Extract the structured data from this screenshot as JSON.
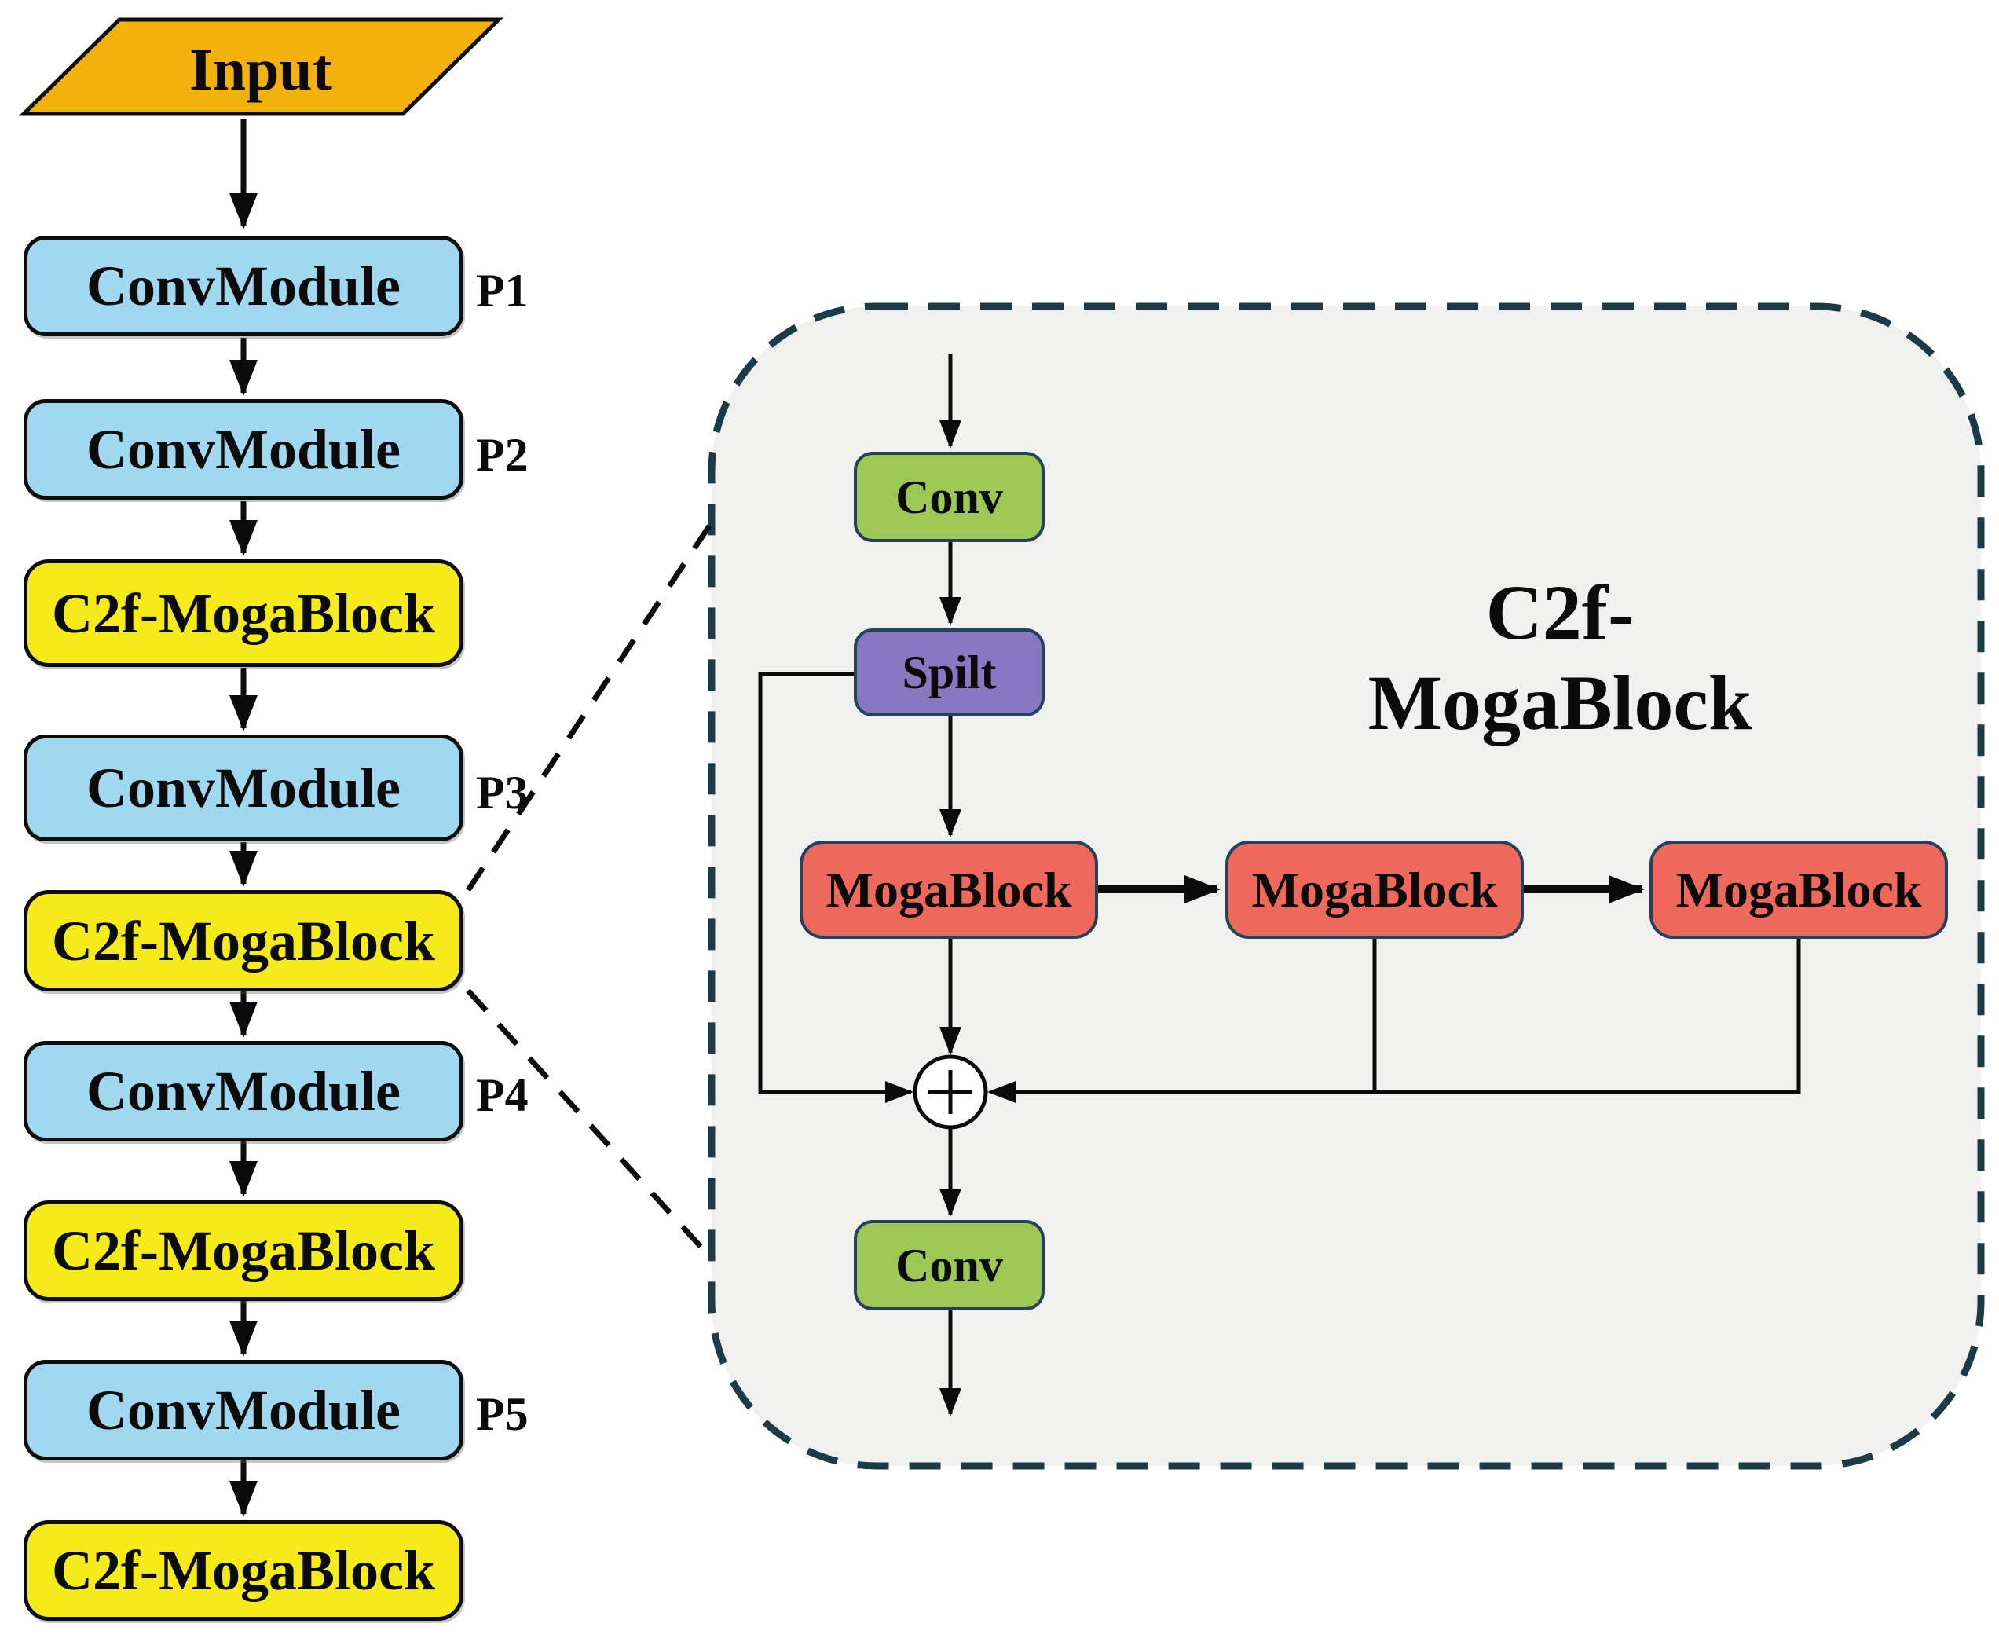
{
  "backbone": {
    "input_label": "Input",
    "nodes": [
      {
        "label": "ConvModule",
        "stage": "P1"
      },
      {
        "label": "ConvModule",
        "stage": "P2"
      },
      {
        "label": "C2f-MogaBlock",
        "stage": ""
      },
      {
        "label": "ConvModule",
        "stage": "P3"
      },
      {
        "label": "C2f-MogaBlock",
        "stage": ""
      },
      {
        "label": "ConvModule",
        "stage": "P4"
      },
      {
        "label": "C2f-MogaBlock",
        "stage": ""
      },
      {
        "label": "ConvModule",
        "stage": "P5"
      },
      {
        "label": "C2f-MogaBlock",
        "stage": ""
      }
    ]
  },
  "detail": {
    "title": "C2f-MogaBlock",
    "conv_top_label": "Conv",
    "split_label": "Spilt",
    "moga_labels": [
      "MogaBlock",
      "MogaBlock",
      "MogaBlock"
    ],
    "sum_symbol": "+",
    "conv_bottom_label": "Conv"
  },
  "colors": {
    "input": "#F2B10D",
    "conv_module": "#A0D8F0",
    "c2f_block": "#F5EB1A",
    "inner_conv": "#9DC854",
    "inner_split": "#8878C2",
    "inner_moga": "#EE695C",
    "panel_fill": "#F0F0EF",
    "panel_border": "#1C3B49"
  }
}
